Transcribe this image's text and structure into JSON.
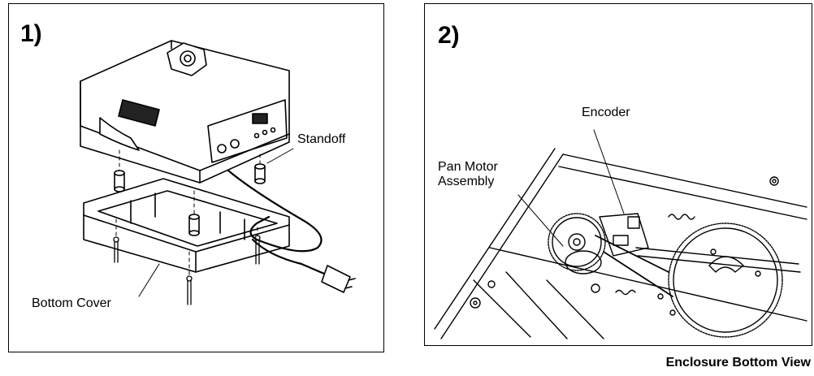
{
  "panel1": {
    "step": "1)",
    "labels": {
      "standoff": "Standoff",
      "bottom_cover": "Bottom Cover"
    }
  },
  "panel2": {
    "step": "2)",
    "labels": {
      "encoder": "Encoder",
      "pan_motor": "Pan Motor\nAssembly"
    }
  },
  "caption": "Enclosure Bottom View"
}
